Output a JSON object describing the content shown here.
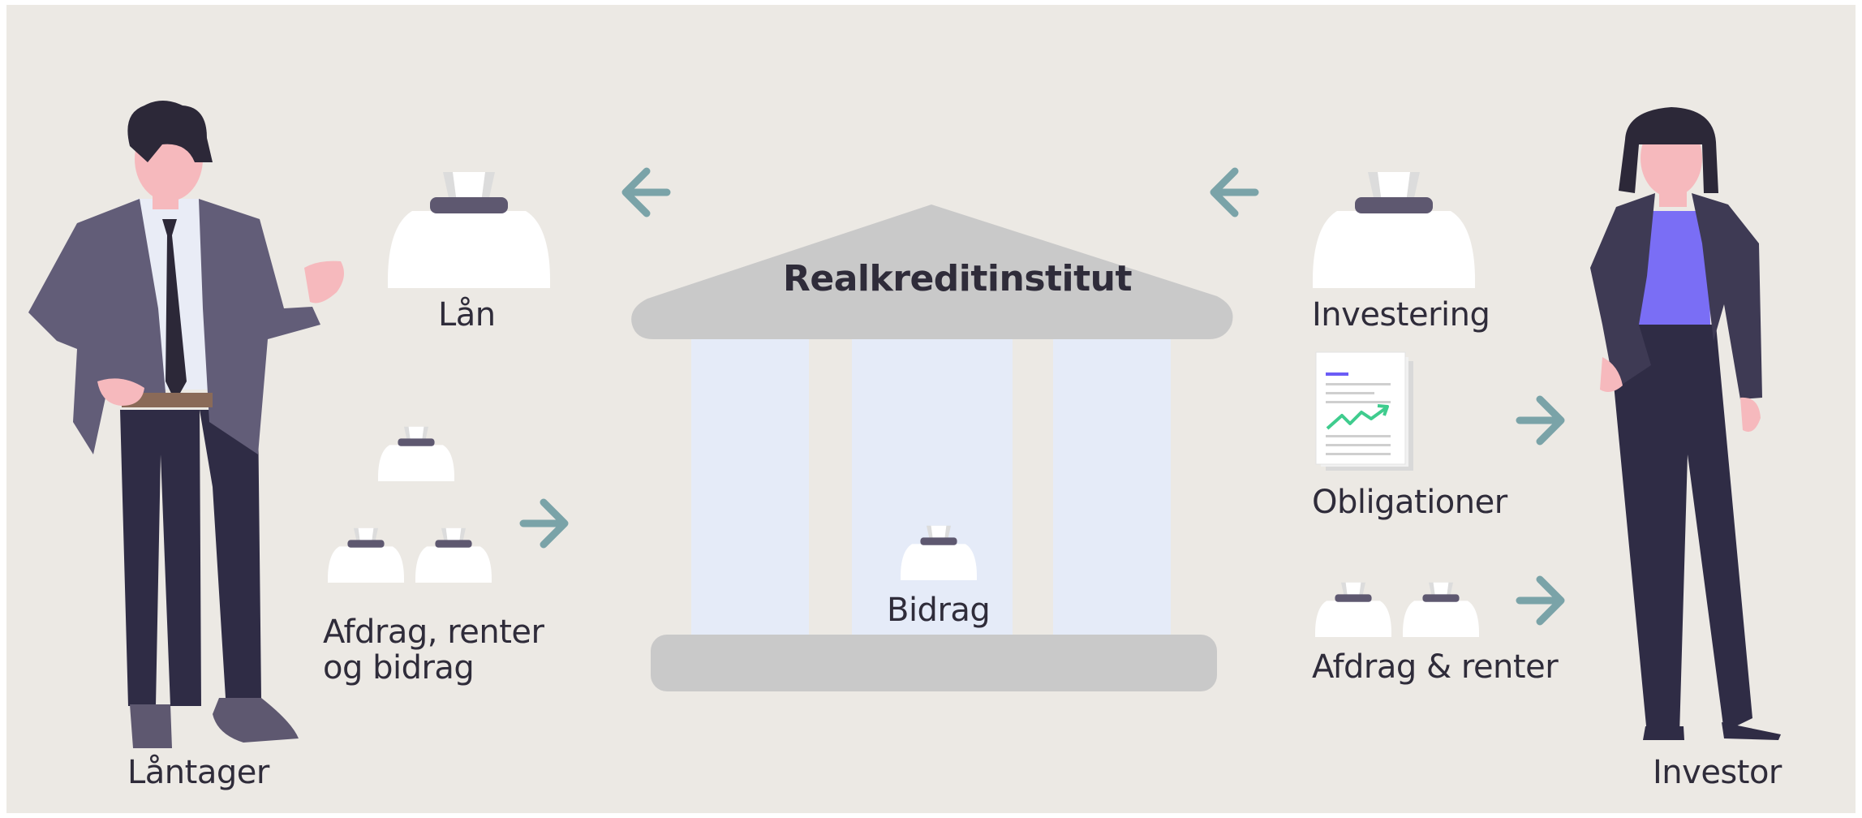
{
  "labels": {
    "institution": "Realkreditinstitut",
    "loan": "Lån",
    "borrower_payments_line1": "Afdrag, renter",
    "borrower_payments_line2": "og bidrag",
    "contribution": "Bidrag",
    "investment": "Investering",
    "bonds": "Obligationer",
    "investor_payments": "Afdrag & renter",
    "borrower": "Låntager",
    "investor": "Investor"
  },
  "colors": {
    "background": "#ecE9e4",
    "arrow": "#7aa3a8",
    "building": "#c9c9c9",
    "column": "#e5ebf8",
    "bag": "#ffffff",
    "bag_tie": "#5e5870",
    "suit": "#3f3b52",
    "skin": "#f6b9bd",
    "hair": "#2c2838",
    "chart_line": "#3fcc8e",
    "accent_purple": "#6b5cf6"
  },
  "icons": [
    "money-bag-icon",
    "arrow-left-icon",
    "arrow-right-icon",
    "bond-document-icon",
    "bank-building-icon",
    "person-man-icon",
    "person-woman-icon"
  ]
}
